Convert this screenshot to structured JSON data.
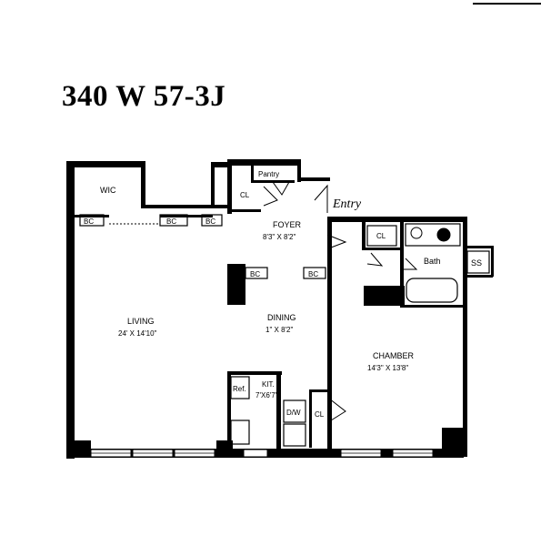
{
  "title": "340 W 57-3J",
  "labels": {
    "wic": "WIC",
    "bc_left": "BC",
    "bc_mid": "BC",
    "bc_mid2": "BC",
    "pantry": "Pantry",
    "cl_foyer": "CL",
    "entry": "Entry",
    "foyer": "FOYER",
    "foyer_dim": "8'3\" X 8'2\"",
    "cl_bath": "CL",
    "bath": "Bath",
    "ss": "SS",
    "bc_dining1": "BC",
    "bc_dining2": "BC",
    "living": "LIVING",
    "living_dim": "24' X 14'10\"",
    "dining": "DINING",
    "dining_dim": "1\" X 8'2\"",
    "chamber": "CHAMBER",
    "chamber_dim": "14'3\" X 13'8\"",
    "kit": "KIT.",
    "kit_dim": "7'X6'7\"",
    "ref": "Ref.",
    "dw": "D/W",
    "cl_kit": "CL"
  }
}
